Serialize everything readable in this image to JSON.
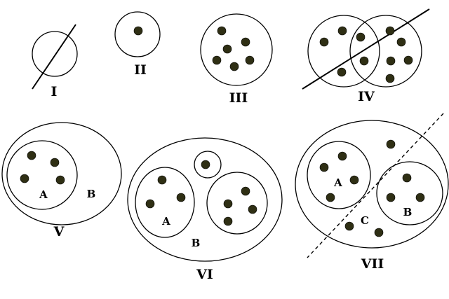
{
  "colors": {
    "point": "#2f2f14",
    "stroke": "#000000",
    "background": "#ffffff"
  },
  "panels": [
    {
      "roman": "I"
    },
    {
      "roman": "II"
    },
    {
      "roman": "III"
    },
    {
      "roman": "IV"
    },
    {
      "roman": "V",
      "sets": [
        "A",
        "B"
      ]
    },
    {
      "roman": "VI",
      "sets": [
        "A",
        "B"
      ]
    },
    {
      "roman": "VII",
      "sets": [
        "A",
        "B",
        "C"
      ]
    }
  ]
}
